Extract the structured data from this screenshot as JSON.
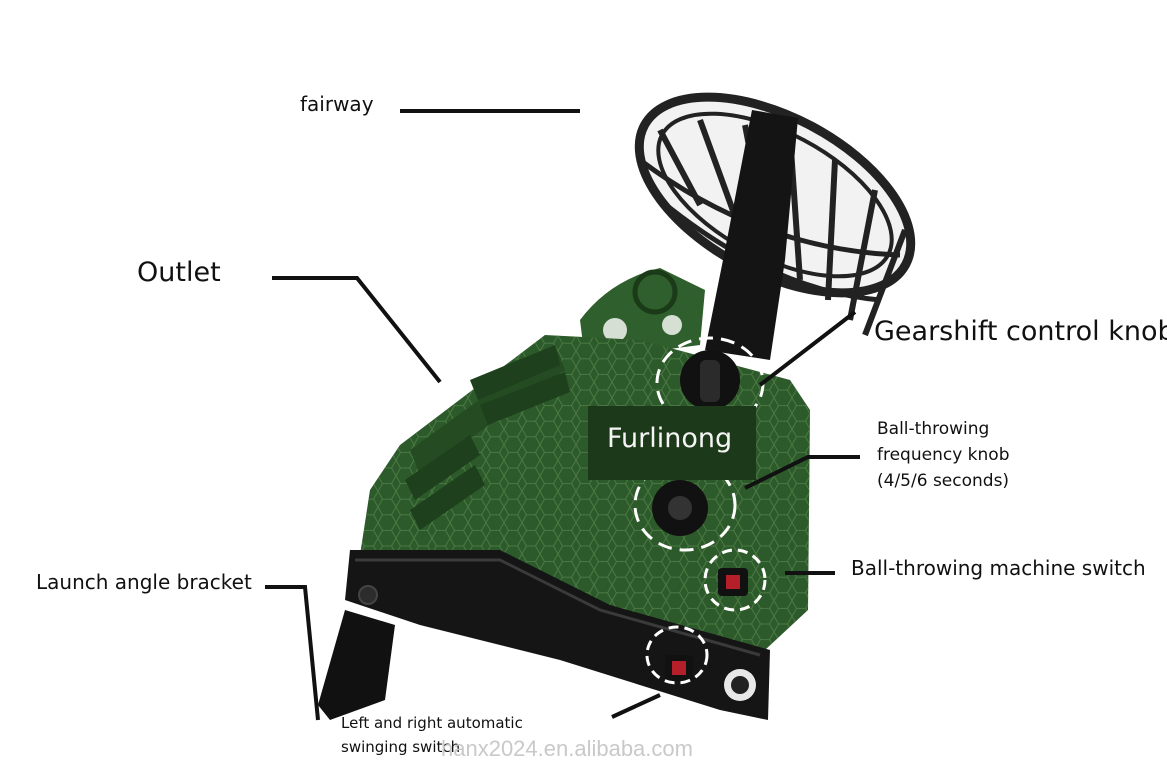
{
  "labels": {
    "fairway": "fairway",
    "outlet": "Outlet",
    "gearshift": "Gearshift control knob",
    "frequency": "Ball-throwing frequency knob (4/5/6 seconds)",
    "switch": "Ball-throwing machine switch",
    "bracket": "Launch angle bracket",
    "swing_switch": "Left and right automatic swinging switch"
  },
  "brand": "Furlinong",
  "watermark": "hanx2024.en.alibaba.com",
  "colors": {
    "body_green": "#2d5a2a",
    "dark_green": "#1f4520",
    "base_black": "#151515",
    "net_black": "#222222",
    "switch_red": "#b51f2a",
    "leader_line": "#111111"
  }
}
